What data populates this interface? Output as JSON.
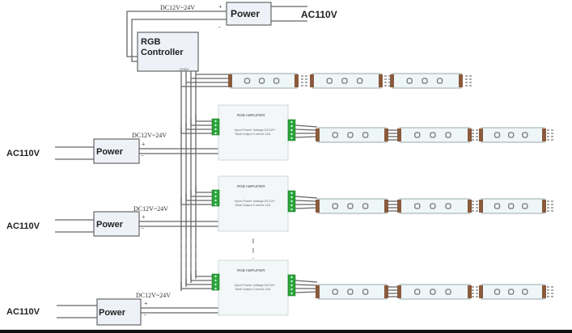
{
  "diagram": {
    "top_power": {
      "label": "Power",
      "input": "AC110V",
      "output": "DC12V~24V",
      "plus": "+",
      "minus": "-"
    },
    "controller": {
      "line1": "RGB",
      "line2": "Controller",
      "port": "RGBV"
    },
    "amplifier_title": "RGB AMPLIFIER",
    "amplifier_spec": "Input Power Voltage  DC12V",
    "amplifier_spec2": "Total Output Current  12A",
    "stage_powers": [
      {
        "label": "Power",
        "input": "AC110V",
        "output": "DC12V~24V",
        "plus": "+",
        "minus": "-"
      },
      {
        "label": "Power",
        "input": "AC110V",
        "output": "DC12V~24V",
        "plus": "+",
        "minus": "-"
      },
      {
        "label": "Power",
        "input": "AC110V",
        "output": "DC12V~24V",
        "plus": "+",
        "minus": "-"
      }
    ],
    "colors": {
      "connector_green": "#2aa336",
      "strip_pad": "#8a5a3c",
      "bottom_bar": "#111111"
    }
  }
}
